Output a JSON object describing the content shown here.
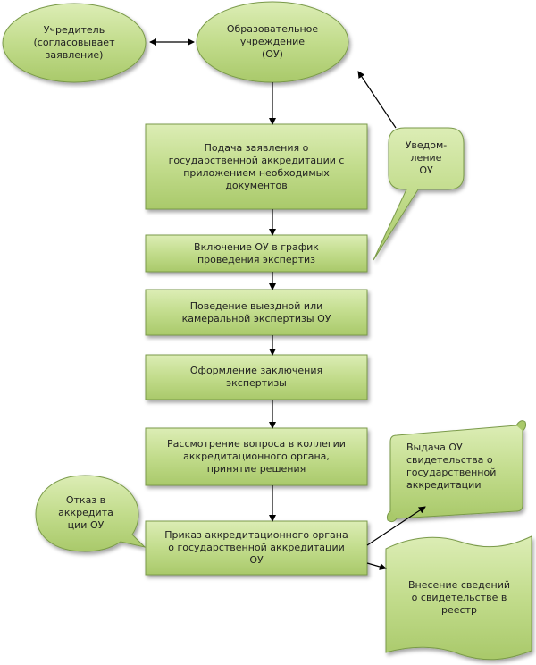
{
  "nodes": {
    "founder": "Учредитель\n(согласовывает\nзаявление)",
    "institution": "Образовательное\nучреждение\n(ОУ)",
    "notice": "Уведом-\nление\nОУ",
    "application": "Подача заявления о\nгосударственной аккредитации с\nприложением необходимых\nдокументов",
    "schedule": "Включение  ОУ в график\nпроведения экспертиз",
    "inspection": "Поведение выездной или\nкамеральной экспертизы ОУ",
    "conclusion": "Оформление заключения\nэкспертизы",
    "review": "Рассмотрение вопроса в коллегии\nаккредитационного органа,\nпринятие решения",
    "refusal": "Отказ в\nаккредита\nции ОУ",
    "order": "Приказ аккредитационного органа\nо государственной аккредитации\nОУ",
    "certificate": "Выдача ОУ\nсвидетельства  о\nгосударственной\nаккредитации",
    "registry": "Внесение сведений\nо свидетельстве в\nреестр"
  }
}
